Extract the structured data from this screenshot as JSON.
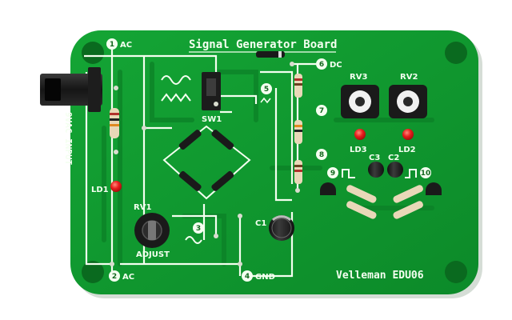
{
  "board": {
    "title": "Signal Generator Board",
    "brand": "Velleman EDU06",
    "input_label": "9VAC INPUT",
    "colors": {
      "pcb": "#109a30",
      "pcb_dark": "#0b7a24",
      "trace": "#0e8a2b",
      "silk": "#f4fff0",
      "led": "#e81d1d"
    }
  },
  "terminals": [
    {
      "number": "1",
      "label": "AC"
    },
    {
      "number": "2",
      "label": "AC"
    },
    {
      "number": "3",
      "label": ""
    },
    {
      "number": "4",
      "label": "GND"
    },
    {
      "number": "5",
      "label": ""
    },
    {
      "number": "6",
      "label": "DC"
    },
    {
      "number": "7",
      "label": ""
    },
    {
      "number": "8",
      "label": ""
    },
    {
      "number": "9",
      "label": ""
    },
    {
      "number": "10",
      "label": ""
    }
  ],
  "components": {
    "ld1": "LD1",
    "rv1": "RV1",
    "adjust": "ADJUST",
    "sw1": "SW1",
    "c1": "C1",
    "rv3": "RV3",
    "rv2": "RV2",
    "ld3": "LD3",
    "ld2": "LD2",
    "c3": "C3",
    "c2": "C2"
  }
}
